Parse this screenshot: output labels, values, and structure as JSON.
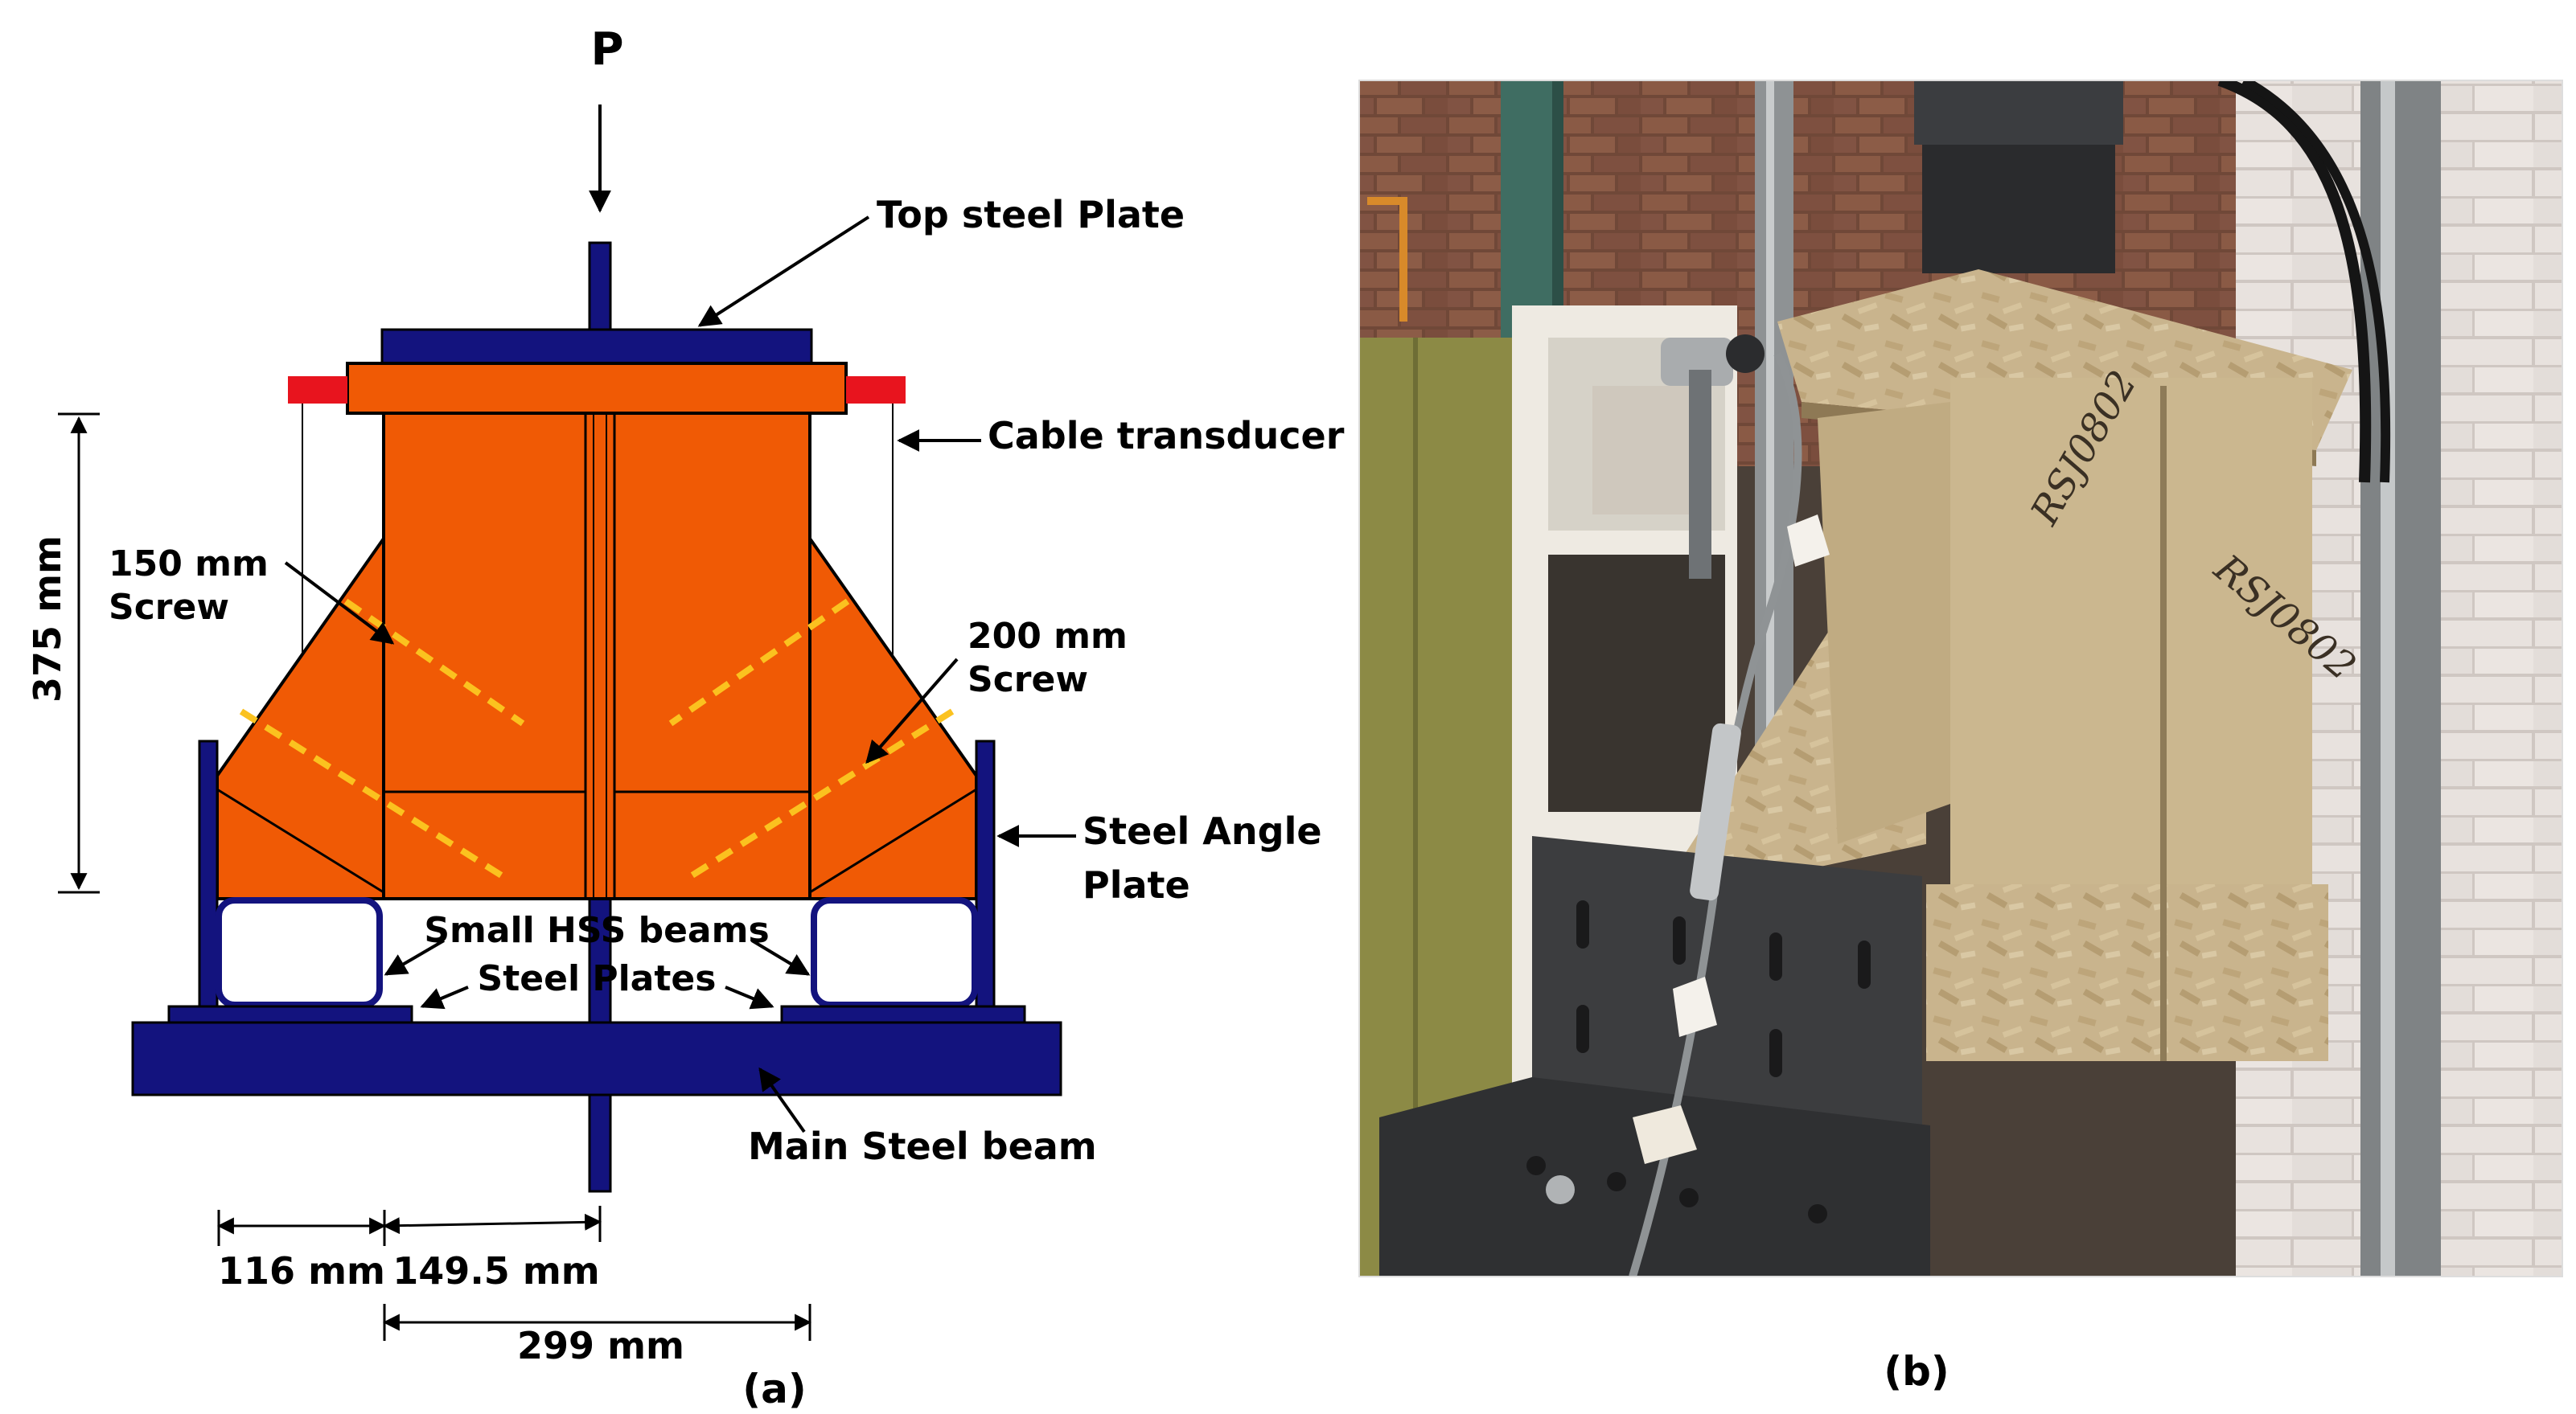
{
  "panel_a": {
    "load_label": "P",
    "labels": {
      "top_plate": "Top steel Plate",
      "cable": "Cable transducer",
      "screw150_1": "150 mm",
      "screw150_2": "Screw",
      "screw200_1": "200 mm",
      "screw200_2": "Screw",
      "angle_1": "Steel Angle",
      "angle_2": "Plate",
      "hss": "Small HSS beams",
      "plates": "Steel Plates",
      "main_beam": "Main Steel beam"
    },
    "dimensions": {
      "height": "375 mm",
      "d116": "116 mm",
      "d149": "149.5 mm",
      "d299": "299 mm"
    },
    "caption": "(a)",
    "colors": {
      "steel": "#13137e",
      "timber": "#f05a05",
      "screw": "#fbc21f",
      "transducer": "#e8141e"
    }
  },
  "panel_b": {
    "caption": "(b)",
    "handwriting_1": "RSJ0802",
    "handwriting_2": "RSJ0802"
  }
}
